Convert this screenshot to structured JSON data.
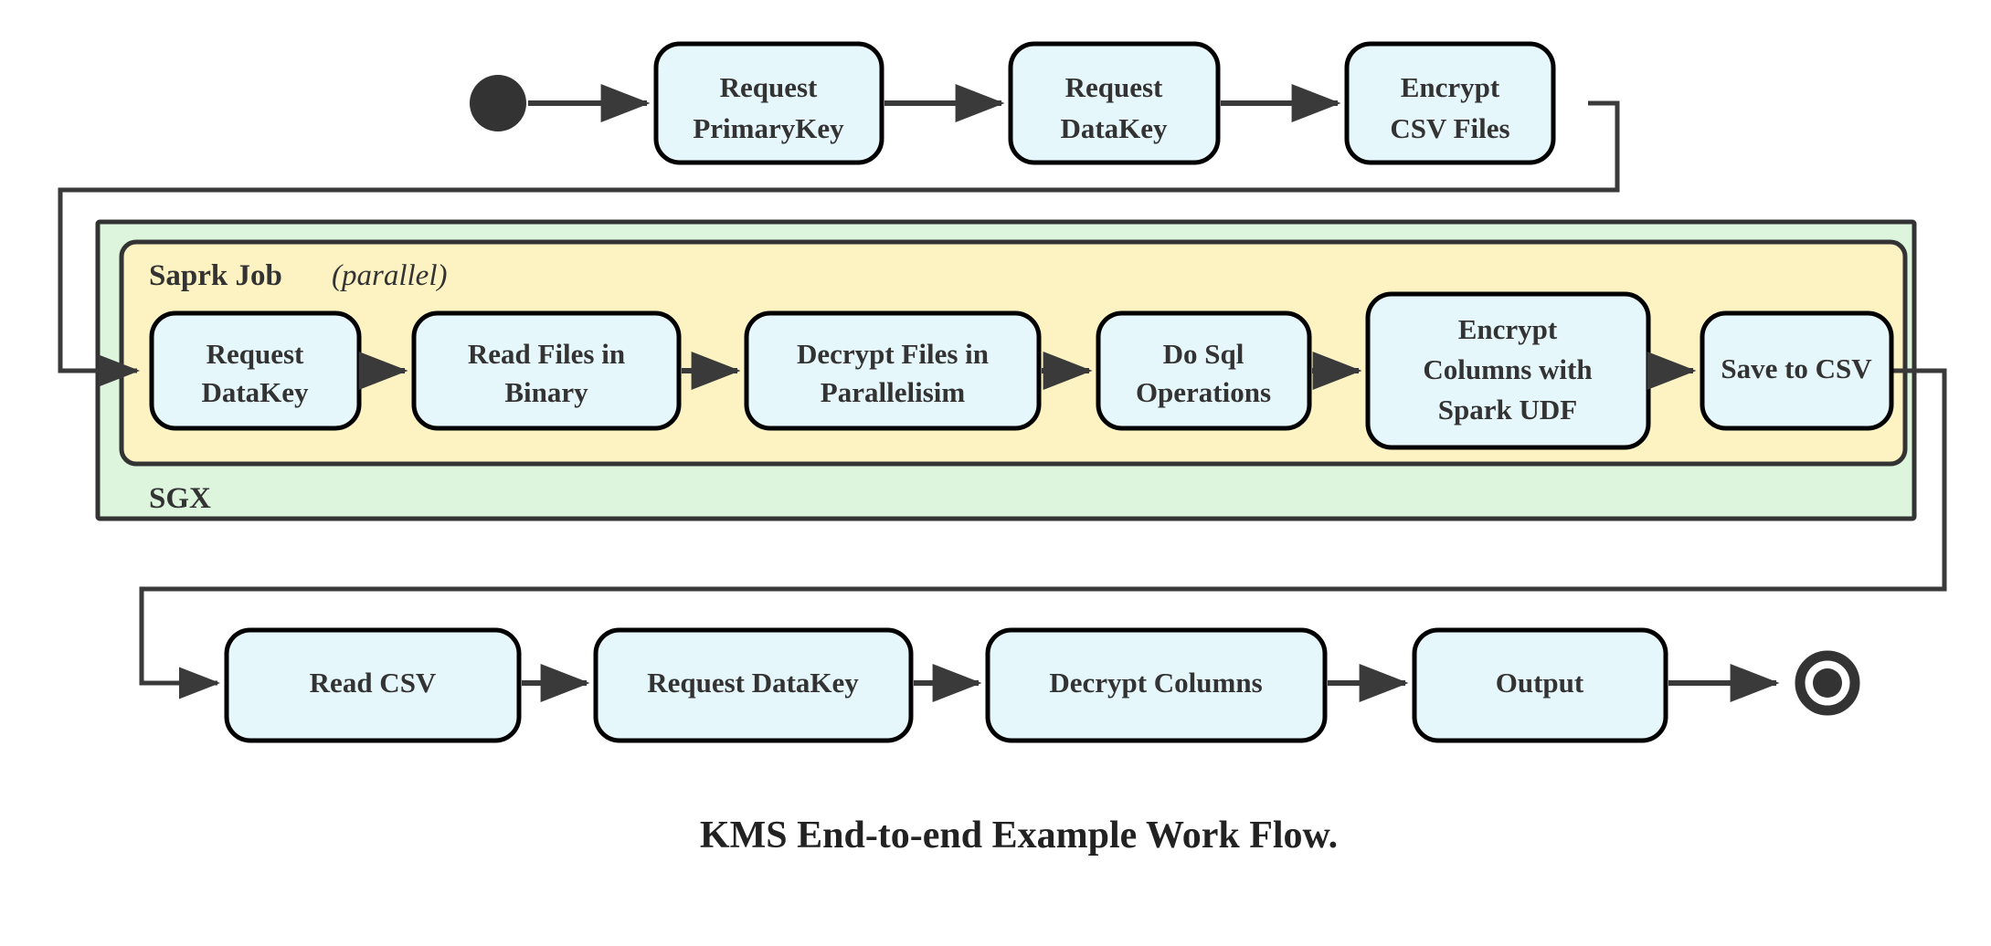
{
  "figure": {
    "caption": "KMS End-to-end Example Work Flow.",
    "background_color": "#ffffff"
  },
  "colors": {
    "node_fill": "#e6f7fb",
    "node_stroke": "#000000",
    "sgx_fill": "#dcf5dc",
    "spark_fill": "#fdf3c2",
    "edge_stroke": "#3a3a3a",
    "text": "#333333"
  },
  "containers": {
    "sgx": {
      "label": "SGX"
    },
    "spark_job": {
      "label": "Saprk Job",
      "modifier": "(parallel)"
    }
  },
  "terminals": {
    "start": {
      "name": "start-node"
    },
    "end": {
      "name": "end-node"
    }
  },
  "rows": {
    "top": {
      "nodes": [
        {
          "id": "request-primarykey",
          "lines": [
            "Request",
            "PrimaryKey"
          ]
        },
        {
          "id": "request-datakey-top",
          "lines": [
            "Request",
            "DataKey"
          ]
        },
        {
          "id": "encrypt-csv-files",
          "lines": [
            "Encrypt",
            "CSV Files"
          ]
        }
      ]
    },
    "middle": {
      "nodes": [
        {
          "id": "request-datakey-spark",
          "lines": [
            "Request",
            "DataKey"
          ]
        },
        {
          "id": "read-files-in-binary",
          "lines": [
            "Read Files in",
            "Binary"
          ]
        },
        {
          "id": "decrypt-files-in-parallelisim",
          "lines": [
            "Decrypt Files in",
            "Parallelisim"
          ]
        },
        {
          "id": "do-sql-operations",
          "lines": [
            "Do Sql",
            "Operations"
          ]
        },
        {
          "id": "encrypt-columns-with-spark-udf",
          "lines": [
            "Encrypt",
            "Columns with",
            "Spark UDF"
          ]
        },
        {
          "id": "save-to-csv",
          "lines": [
            "Save to CSV"
          ]
        }
      ]
    },
    "bottom": {
      "nodes": [
        {
          "id": "read-csv",
          "lines": [
            "Read CSV"
          ]
        },
        {
          "id": "request-datakey-bottom",
          "lines": [
            "Request DataKey"
          ]
        },
        {
          "id": "decrypt-columns",
          "lines": [
            "Decrypt Columns"
          ]
        },
        {
          "id": "output",
          "lines": [
            "Output"
          ]
        }
      ]
    }
  }
}
